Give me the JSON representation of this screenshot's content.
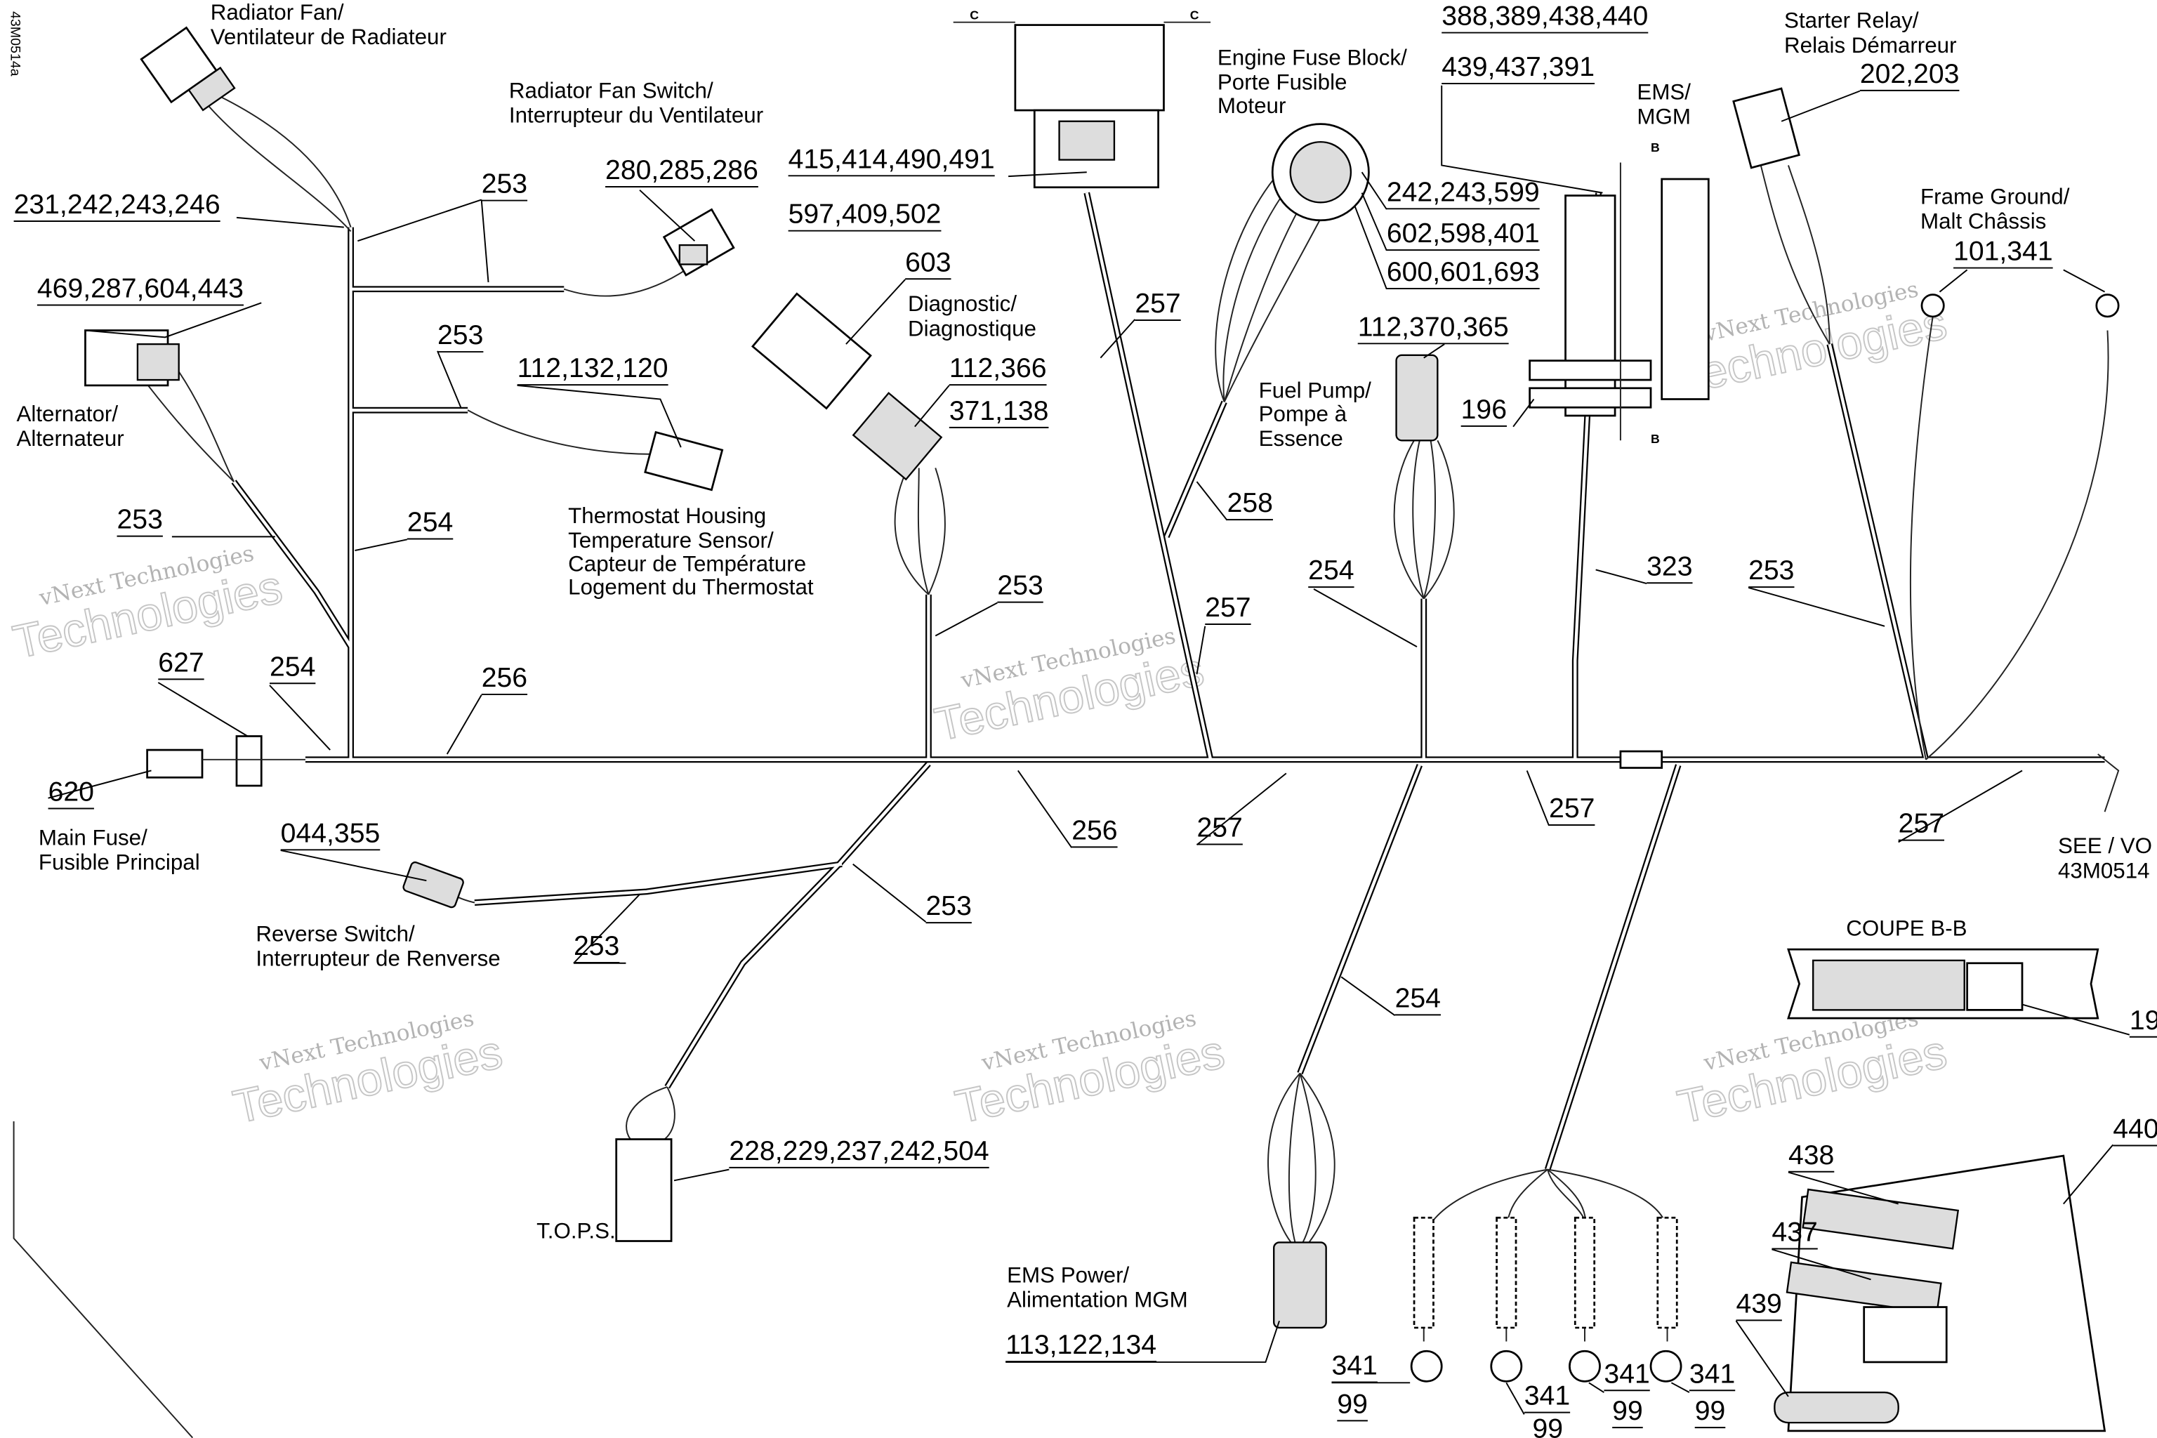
{
  "document_id": "43M0514a",
  "watermark": {
    "line1": "vNext Technologies",
    "line2": "Technologies"
  },
  "section_markers": {
    "b": "B",
    "c": "C"
  },
  "components": {
    "radiator_fan": [
      "Radiator Fan/",
      "Ventilateur de Radiateur"
    ],
    "radiator_fan_switch": [
      "Radiator Fan Switch/",
      "Interrupteur du Ventilateur"
    ],
    "alternator": [
      "Alternator/",
      "Alternateur"
    ],
    "thermostat_sensor": [
      "Thermostat Housing",
      "Temperature Sensor/",
      "Capteur de Température",
      "Logement du Thermostat"
    ],
    "diagnostic": [
      "Diagnostic/",
      "Diagnostique"
    ],
    "engine_fuse_block": [
      "Engine Fuse Block/",
      "Porte Fusible",
      "Moteur"
    ],
    "ems": [
      "EMS/",
      "MGM"
    ],
    "starter_relay": [
      "Starter Relay/",
      "Relais Démarreur"
    ],
    "frame_ground": [
      "Frame Ground/",
      "Malt Châssis"
    ],
    "fuel_pump": [
      "Fuel Pump/",
      "Pompe à",
      "Essence"
    ],
    "main_fuse": [
      "Main Fuse/",
      "Fusible Principal"
    ],
    "reverse_switch": [
      "Reverse Switch/",
      "Interrupteur de Renverse"
    ],
    "tops": [
      "T.O.P.S."
    ],
    "ems_power": [
      "EMS Power/",
      "Alimentation MGM"
    ],
    "section_view": [
      "COUPE B-B"
    ],
    "see_ref": [
      "SEE / VO",
      "43M0514"
    ]
  },
  "callouts": [
    "231,242,243,246",
    "469,287,604,443",
    "253",
    "280,285,286",
    "253",
    "112,132,120",
    "253",
    "254",
    "415,414,490,491",
    "597,409,502",
    "603",
    "112,366",
    "371,138",
    "257",
    "258",
    "257",
    "253",
    "388,389,438,440",
    "439,437,391",
    "242,243,599",
    "602,598,401",
    "600,601,693",
    "112,370,365",
    "196",
    "254",
    "323",
    "202,203",
    "101,341",
    "253",
    "627",
    "254",
    "256",
    "620",
    "256",
    "257",
    "257",
    "257",
    "044,355",
    "253",
    "253",
    "254",
    "228,229,237,242,504",
    "113,122,134",
    "341",
    "99",
    "341",
    "99",
    "341",
    "99",
    "341",
    "99",
    "438",
    "437",
    "439",
    "440",
    "19"
  ]
}
